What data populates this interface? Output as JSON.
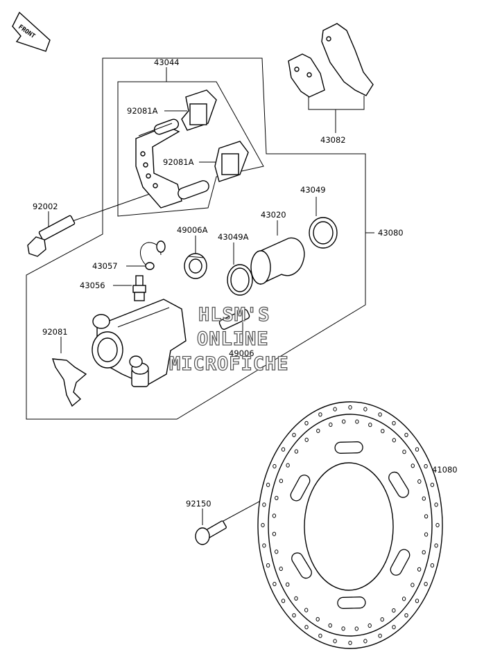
{
  "front_badge": "FRONT",
  "watermark": {
    "line1": "HLSM'S",
    "line2": "ONLINE",
    "line3": "MICROFICHE"
  },
  "labels": {
    "p43044": "43044",
    "p92081A_top": "92081A",
    "p92081A_bottom": "92081A",
    "p92002": "92002",
    "p43082": "43082",
    "p43049": "43049",
    "p43020": "43020",
    "p49006A": "49006A",
    "p43049A": "43049A",
    "p43080": "43080",
    "p43057": "43057",
    "p43056": "43056",
    "p92081": "92081",
    "p49006": "49006",
    "p41080": "41080",
    "p92150": "92150"
  }
}
